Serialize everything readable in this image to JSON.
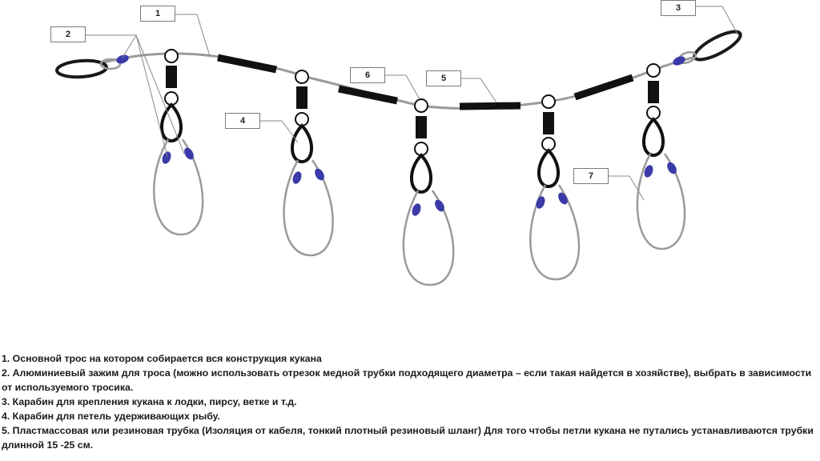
{
  "callouts": [
    {
      "number": "1"
    },
    {
      "number": "2"
    },
    {
      "number": "3"
    },
    {
      "number": "4"
    },
    {
      "number": "5"
    },
    {
      "number": "6"
    },
    {
      "number": "7"
    }
  ],
  "legend": [
    "1.  Основной трос на котором собирается вся конструкция кукана",
    "2. Алюминиевый зажим для троса (можно использовать отрезок медной трубки подходящего диаметра – если такая найдется в хозяйстве), выбрать в зависимости от используемого тросика.",
    "3. Карабин для крепления кукана к лодки, пирсу, ветке и т.д.",
    "4. Карабин для петель удерживающих рыбу.",
    "5. Пластмассовая или резиновая трубка (Изоляция от кабеля, тонкий плотный резиновый шланг) Для того чтобы петли кукана не путались устанавливаются трубки длинной 15 -25 см."
  ],
  "colors": {
    "cable": "#9a9a9a",
    "tube": "#111111",
    "clamp": "#3a3aa8",
    "carabiner": "#1a1a1a",
    "loop": "#9a9a9a",
    "leader": "#8a8a8a"
  }
}
